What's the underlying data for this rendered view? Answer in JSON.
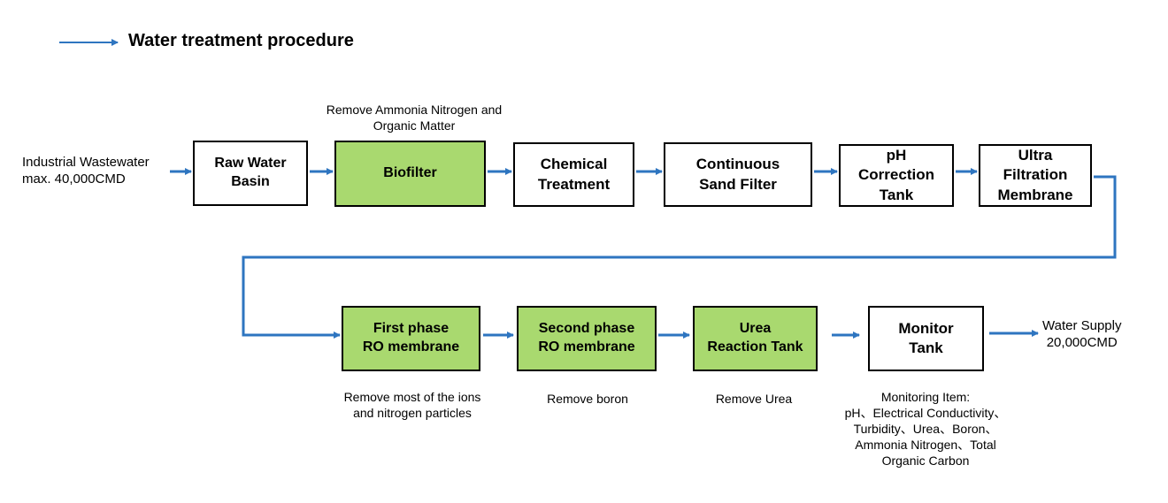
{
  "legend": {
    "label": "Water treatment procedure"
  },
  "input": {
    "label": "Industrial Wastewater\nmax. 40,000CMD"
  },
  "output": {
    "label": "Water Supply\n20,000CMD"
  },
  "colors": {
    "arrow": "#2e75c0",
    "stage_green": "#a9d96f",
    "stage_plain": "#ffffff",
    "border": "#000000"
  },
  "stages": [
    {
      "id": "raw-water-basin",
      "label": "Raw Water\nBasin",
      "style": "plain"
    },
    {
      "id": "biofilter",
      "label": "Biofilter",
      "style": "green"
    },
    {
      "id": "chemical-treatment",
      "label": "Chemical\nTreatment",
      "style": "plain"
    },
    {
      "id": "continuous-sand-filter",
      "label": "Continuous\nSand Filter",
      "style": "plain"
    },
    {
      "id": "ph-correction-tank",
      "label": "pH\nCorrection\nTank",
      "style": "plain"
    },
    {
      "id": "ultra-filtration-membrane",
      "label": "Ultra\nFiltration\nMembrane",
      "style": "plain"
    },
    {
      "id": "first-phase-ro",
      "label": "First phase\nRO membrane",
      "style": "green"
    },
    {
      "id": "second-phase-ro",
      "label": "Second phase\nRO membrane",
      "style": "green"
    },
    {
      "id": "urea-reaction-tank",
      "label": "Urea\nReaction Tank",
      "style": "green"
    },
    {
      "id": "monitor-tank",
      "label": "Monitor\nTank",
      "style": "plain"
    }
  ],
  "notes": {
    "biofilter": "Remove Ammonia Nitrogen and\nOrganic Matter",
    "first_phase_ro": "Remove most of the ions\nand nitrogen particles",
    "second_phase_ro": "Remove boron",
    "urea_reaction": "Remove Urea",
    "monitor": "Monitoring Item:\npH、Electrical Conductivity、\nTurbidity、Urea、Boron、\nAmmonia Nitrogen、Total\nOrganic Carbon"
  }
}
